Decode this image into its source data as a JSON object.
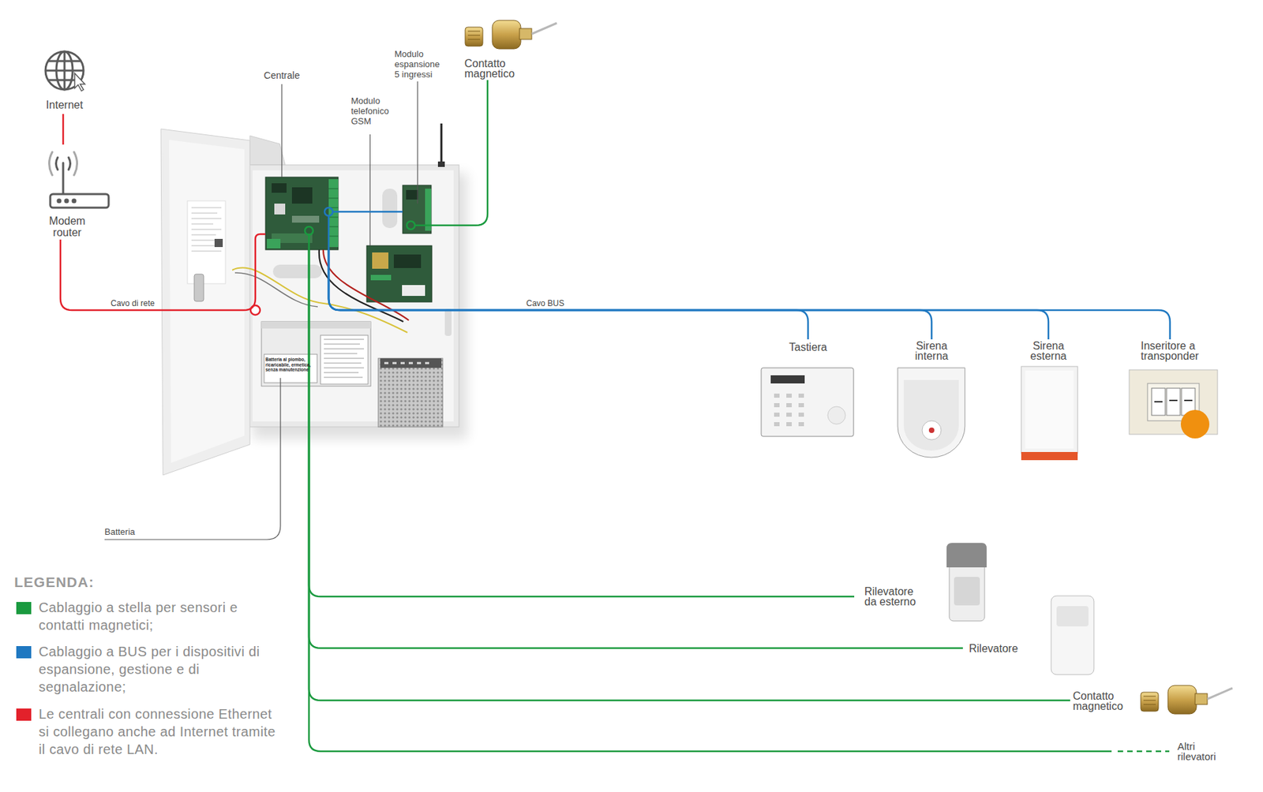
{
  "diagram": {
    "nodes": [
      {
        "text": [
          "Internet"
        ]
      },
      {
        "text": [
          "Modem router"
        ]
      },
      {
        "text": [
          "Centrale"
        ]
      },
      {
        "text": [
          "Modulo espansione 5 ingressi"
        ]
      },
      {
        "text": [
          "Contatto magnetico"
        ]
      },
      {
        "text": [
          "Modulo telefonico GSM"
        ]
      },
      {
        "text": [
          "Batteria",
          "Batteria al piombo, ricaricabile, ermetica, senza manutenzione"
        ]
      },
      {
        "text": [
          "Tastiera"
        ]
      },
      {
        "text": [
          "Sirena interna"
        ]
      },
      {
        "text": [
          "Sirena esterna"
        ]
      },
      {
        "text": [
          "Inseritore a transponder"
        ]
      },
      {
        "text": [
          "Rilevatore da esterno"
        ]
      },
      {
        "text": [
          "Rilevatore"
        ]
      },
      {
        "text": [
          "Contatto magnetico"
        ]
      }
    ],
    "edges": [
      {
        "from": 0,
        "to": 1,
        "arrow": "none"
      },
      {
        "from": 1,
        "to": 2,
        "label": "Cavo di rete",
        "arrow": "none"
      },
      {
        "from": 2,
        "to": 3,
        "arrow": "none"
      },
      {
        "from": 3,
        "to": 4,
        "arrow": "none"
      },
      {
        "from": 2,
        "to": 7,
        "label": "Cavo BUS",
        "arrow": "none"
      },
      {
        "from": 2,
        "to": 8,
        "arrow": "none"
      },
      {
        "from": 2,
        "to": 9,
        "arrow": "none"
      },
      {
        "from": 2,
        "to": 10,
        "arrow": "none"
      },
      {
        "from": 2,
        "to": 11,
        "arrow": "none"
      },
      {
        "from": 2,
        "to": 12,
        "arrow": "none"
      },
      {
        "from": 2,
        "to": 13,
        "arrow": "none"
      }
    ],
    "labels": [
      "LEGENDA:",
      "Altri rilevatori"
    ],
    "legend": [
      {
        "text": "Cablaggio a stella per sensori e contatti magnetici;",
        "color": "#1a9a3f"
      },
      {
        "text": "Cablaggio a BUS per i dispositivi di espansione, gestione e di segnalazione;",
        "color": "#1f78c1"
      },
      {
        "text": "Le centrali con connessione Ethernet si collegano anche ad Internet tramite il cavo di rete LAN.",
        "color": "#e3212b"
      }
    ]
  }
}
